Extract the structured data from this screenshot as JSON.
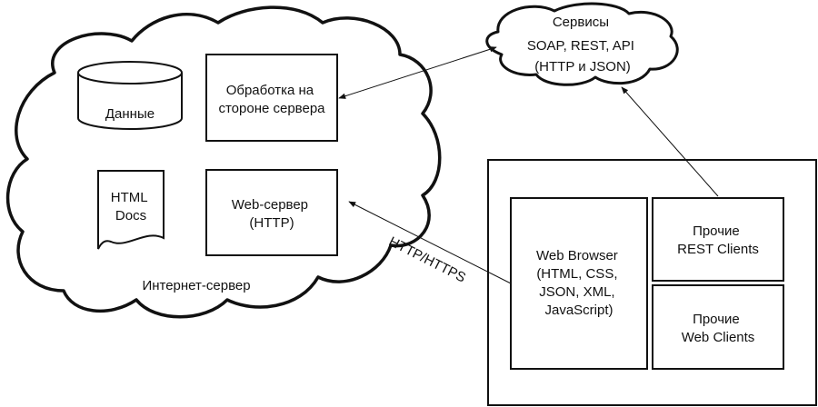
{
  "internet_server": {
    "title": "Интернет-сервер",
    "data_store": "Данные",
    "server_processing": [
      "Обработка на",
      "стороне сервера"
    ],
    "html_docs": [
      "HTML",
      "Docs"
    ],
    "web_server": [
      "Web-сервер",
      "(HTTP)"
    ]
  },
  "services": {
    "lines": [
      "Сервисы",
      "SOAP, REST, API",
      "(HTTP и JSON)"
    ]
  },
  "clients": {
    "web_browser": [
      "Web Browser",
      "(HTML, CSS,",
      "JSON, XML,",
      "JavaScript)"
    ],
    "rest_clients": [
      "Прочие",
      "REST Clients"
    ],
    "web_clients": [
      "Прочие",
      "Web Clients"
    ]
  },
  "connections": {
    "http_label": "HTTP/HTTPS"
  }
}
